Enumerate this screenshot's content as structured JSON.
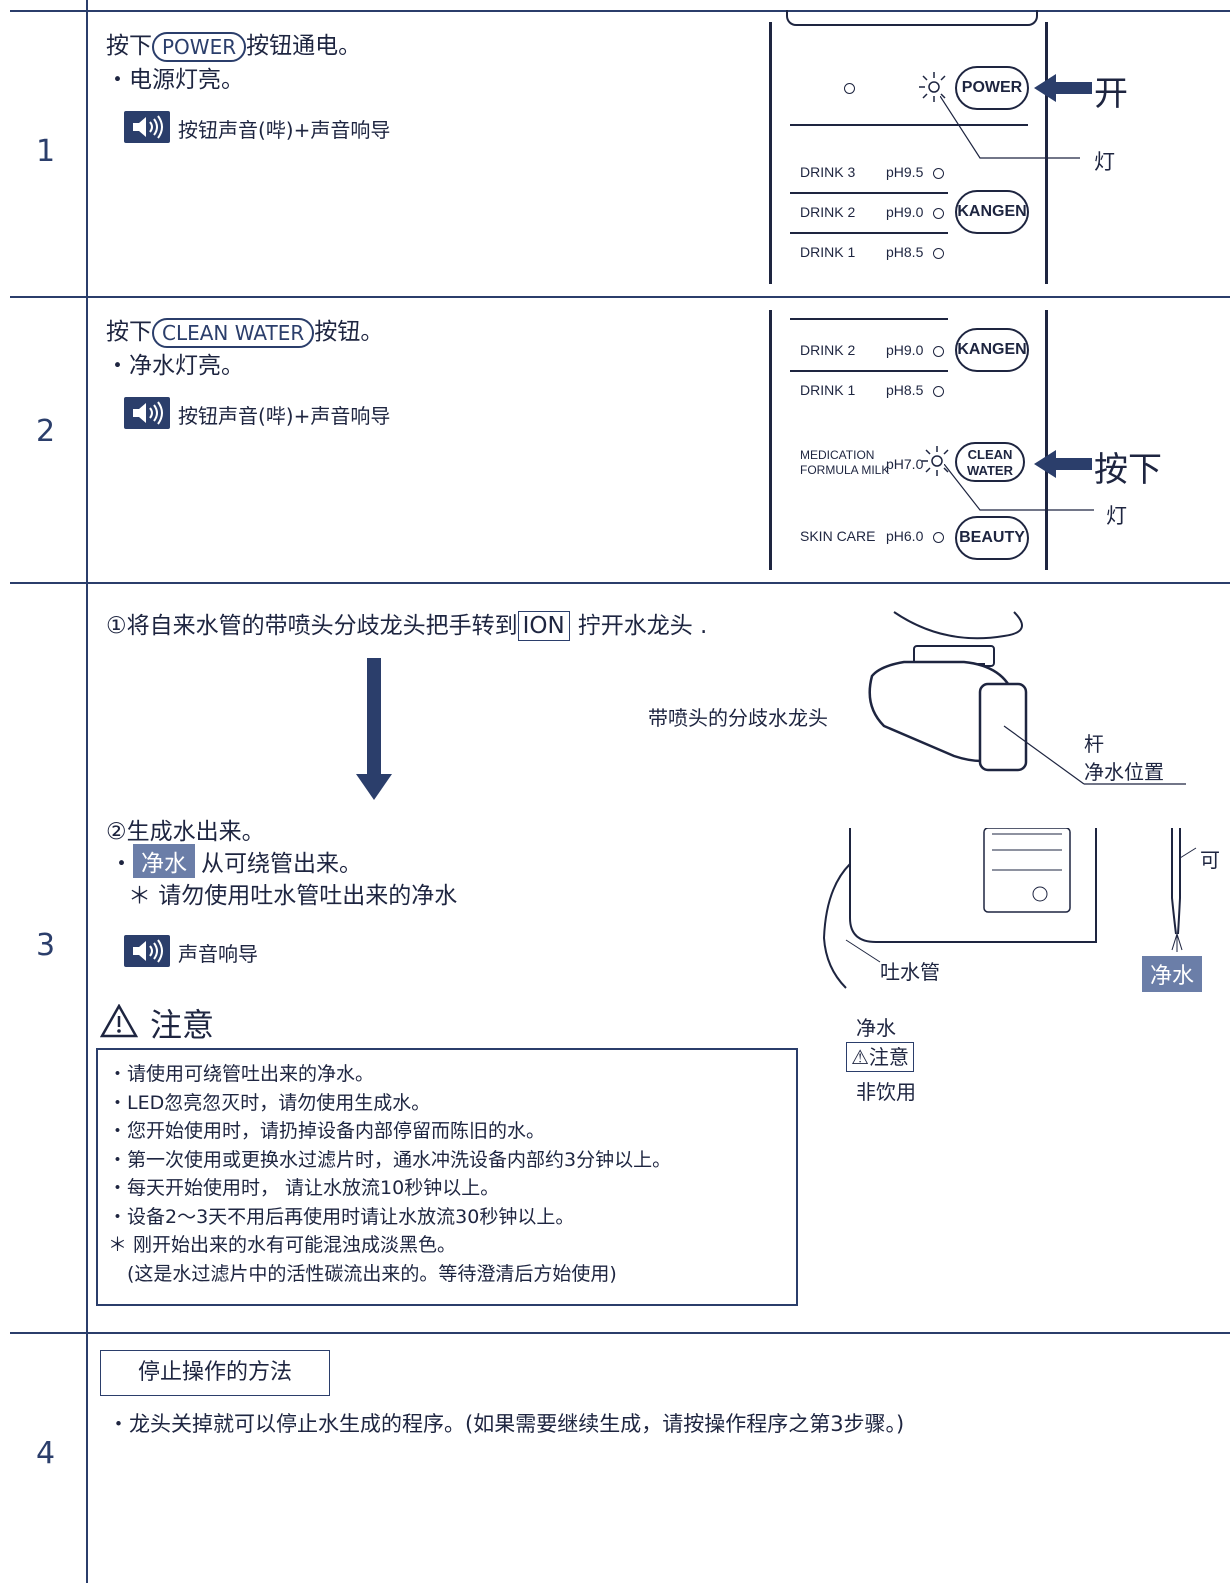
{
  "steps": [
    {
      "num": "1",
      "line1_pre": "按下",
      "line1_btn": "POWER",
      "line1_post": "按钮通电。",
      "bullet": "・电源灯亮。",
      "sound": "按钮声音(哔)+声音响导",
      "panel": {
        "power_btn": "POWER",
        "open_label": "开",
        "lamp_label": "灯",
        "rows": [
          {
            "name": "DRINK 3",
            "ph": "pH9.5"
          },
          {
            "name": "DRINK 2",
            "ph": "pH9.0"
          },
          {
            "name": "DRINK 1",
            "ph": "pH8.5"
          }
        ],
        "kangen_btn": "KANGEN"
      }
    },
    {
      "num": "2",
      "line1_pre": "按下",
      "line1_btn": "CLEAN WATER",
      "line1_post": "按钮。",
      "bullet": "・净水灯亮。",
      "sound": "按钮声音(哔)+声音响导",
      "panel": {
        "rows": [
          {
            "name": "DRINK 2",
            "ph": "pH9.0"
          },
          {
            "name": "DRINK 1",
            "ph": "pH8.5"
          }
        ],
        "kangen_btn": "KANGEN",
        "med_line1": "MEDICATION",
        "med_line2": "FORMULA MILK",
        "med_ph": "pH7.0",
        "clean_line1": "CLEAN",
        "clean_line2": "WATER",
        "press_label": "按下",
        "lamp_label": "灯",
        "skin_name": "SKIN CARE",
        "skin_ph": "pH6.0",
        "beauty_btn": "BEAUTY"
      }
    },
    {
      "num": "3",
      "instr1_pre": "①将自来水管的带喷头分歧龙头把手转到",
      "instr1_boxed": "ION",
      "instr1_post": "拧开水龙头 .",
      "faucet_label": "带喷头的分歧水龙头",
      "lever_label": "杆",
      "lever_pos": "净水位置",
      "instr2": "②生成水出来。",
      "instr2b_tag": "净水",
      "instr2b_post": "从可绕管出来。",
      "instr2c": "＊ 请勿使用吐水管吐出来的净水",
      "sound": "声音响导",
      "spout_label": "吐水管",
      "flex_label": "可",
      "clean_tag": "净水",
      "spout_water": "净水",
      "spout_caution": "⚠注意",
      "spout_nodrink": "非饮用",
      "caution_title": "注意",
      "caution_items": [
        "・请使用可绕管吐出来的净水。",
        "・LED忽亮忽灭时，请勿使用生成水。",
        "・您开始使用时，请扔掉设备内部停留而陈旧的水。",
        "・第一次使用或更换水过滤片时，通水冲洗设备内部约3分钟以上。",
        "・每天开始使用时， 请让水放流10秒钟以上。",
        "・设备2～3天不用后再使用时请让水放流30秒钟以上。",
        "＊ 刚开始出来的水有可能混浊成淡黑色。",
        "　(这是水过滤片中的活性碳流出来的。等待澄清后方始使用)"
      ]
    },
    {
      "num": "4",
      "stop_title": "停止操作的方法",
      "stop_text": "・龙头关掉就可以停止水生成的程序。(如果需要继续生成，请按操作程序之第3步骤。)"
    }
  ],
  "colors": {
    "navy": "#2b3e6b",
    "tag_bg": "#6b7ea8"
  }
}
